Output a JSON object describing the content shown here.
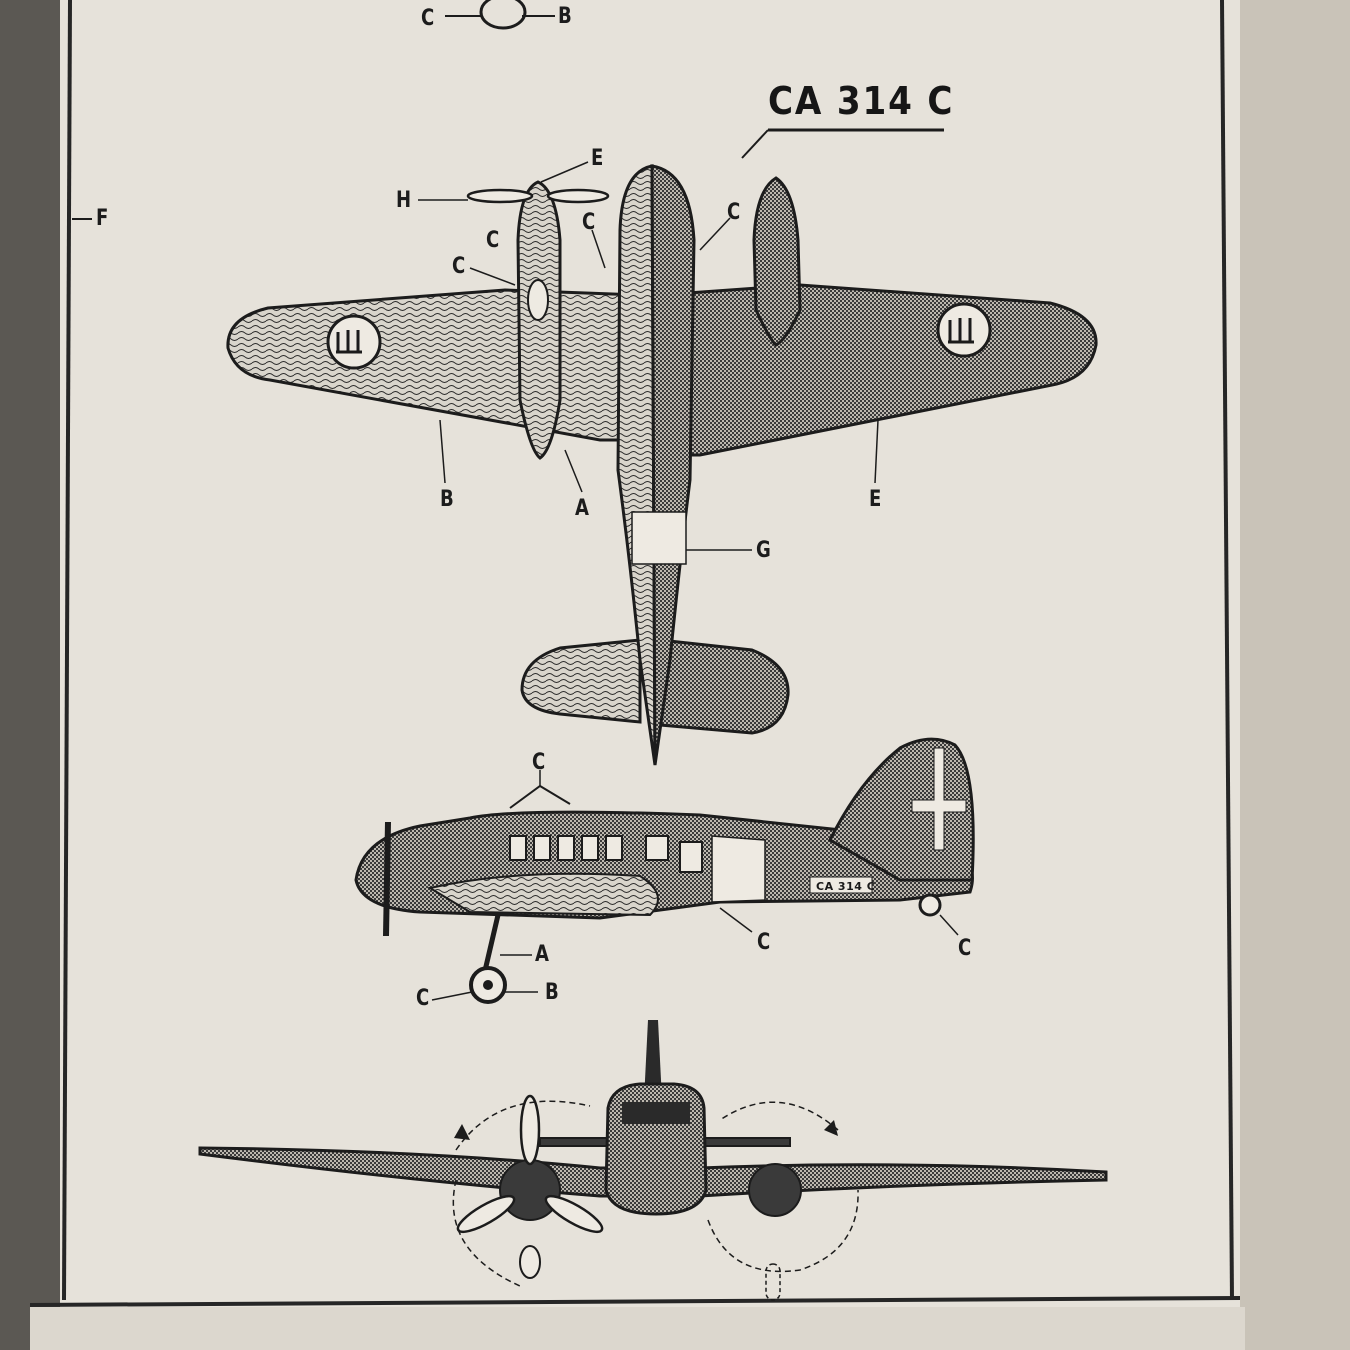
{
  "document": {
    "title": "CA 314 C",
    "fuselage_code": "CA 314 C"
  },
  "labels": {
    "top_c": "C",
    "top_b": "B",
    "f": "F",
    "e_prop": "E",
    "h": "H",
    "c_spinner": "C",
    "c_engine_left": "C",
    "c_inner": "C",
    "c_right_cockpit": "C",
    "b_wing": "B",
    "a_wing": "A",
    "e_wing": "E",
    "g_tail": "G",
    "c_side_top": "C",
    "c_side_mid": "C",
    "c_side_tail": "C",
    "a_gear": "A",
    "b_gear": "B",
    "c_gear": "C"
  },
  "colors": {
    "paper": "#e8e4dc",
    "ink": "#1c1c1c",
    "border": "#222222",
    "background": "#b9b3a9"
  }
}
